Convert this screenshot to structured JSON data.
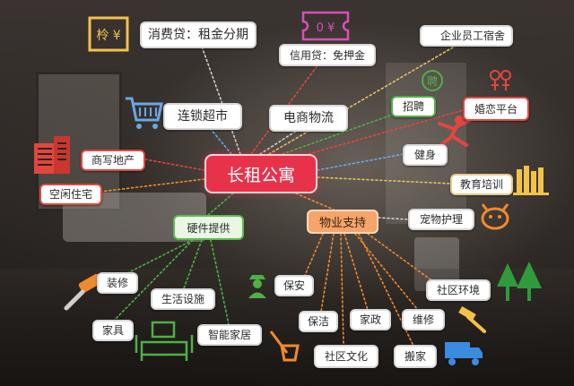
{
  "center": "长租公寓",
  "groups": {
    "property_support": "物业支持",
    "hardware": "硬件提供"
  },
  "nodes": {
    "consumer_loan": "消费贷：租金分期",
    "credit_loan": "信用贷：免押金",
    "enterprise_dorm": "企业员工宿舍",
    "recruitment": "招聘",
    "marriage": "婚恋平台",
    "chain_supermarket": "连锁超市",
    "ecommerce_logistics": "电商物流",
    "fitness": "健身",
    "commercial_realestate": "商写地产",
    "idle_housing": "空闲住宅",
    "education": "教育培训",
    "pet_care": "宠物护理",
    "decoration": "装修",
    "living_facilities": "生活设施",
    "security": "保安",
    "community_env": "社区环境",
    "furniture": "家具",
    "smart_home": "智能家居",
    "cleaning": "保洁",
    "housekeeping": "家政",
    "maintenance": "维修",
    "community_culture": "社区文化",
    "moving": "搬家"
  },
  "icon_text": {
    "voucher": "0 ¥",
    "recruit": "聘",
    "shop": "柃 ¥"
  },
  "icons": [
    "shop-sign-icon",
    "voucher-ticket-icon",
    "star-icon",
    "recruit-bubble-icon",
    "couple-icon",
    "shopping-cart-icon",
    "building-icon",
    "dancer-icon",
    "books-icon",
    "pet-icon",
    "paint-roller-icon",
    "guard-icon",
    "tree-icon",
    "hammer-icon",
    "sofa-icon",
    "mop-bucket-icon",
    "truck-icon"
  ],
  "colors": {
    "center": "#e8324a",
    "property": "#f5a46a",
    "hardware_border": "#5dbb4f",
    "red_link": "#e2463e",
    "green_link": "#4fb046",
    "orange_link": "#f08a2e",
    "gray_link": "#cfcfcf",
    "blue_link": "#6aa8e8",
    "yellow_link": "#e6c35c"
  }
}
